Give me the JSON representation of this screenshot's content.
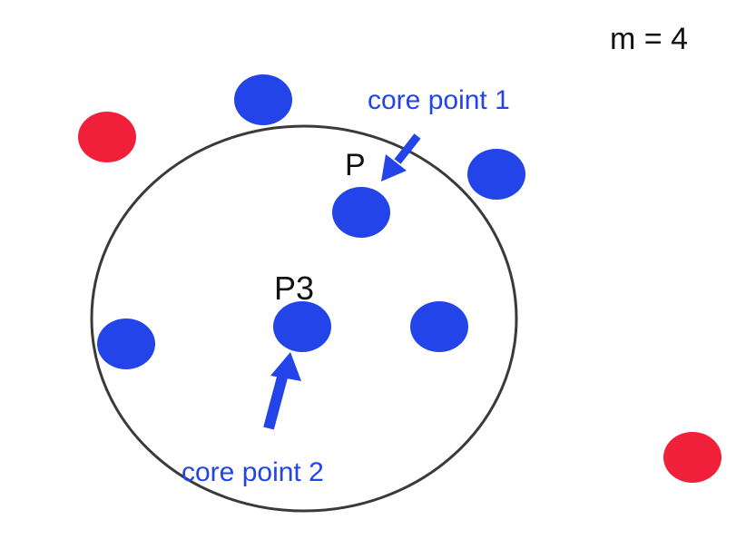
{
  "params": {
    "m_label": "m = 4"
  },
  "point_labels": {
    "p": "P",
    "p3": "P3"
  },
  "annotations": {
    "core1": "core point 1",
    "core2": "core point 2"
  },
  "colors": {
    "core_or_border_point": "#2244e8",
    "noise_point": "#f0203a",
    "circle_stroke": "#3a3a3a",
    "annotation_text": "#2244e8",
    "label_text": "#111111"
  }
}
